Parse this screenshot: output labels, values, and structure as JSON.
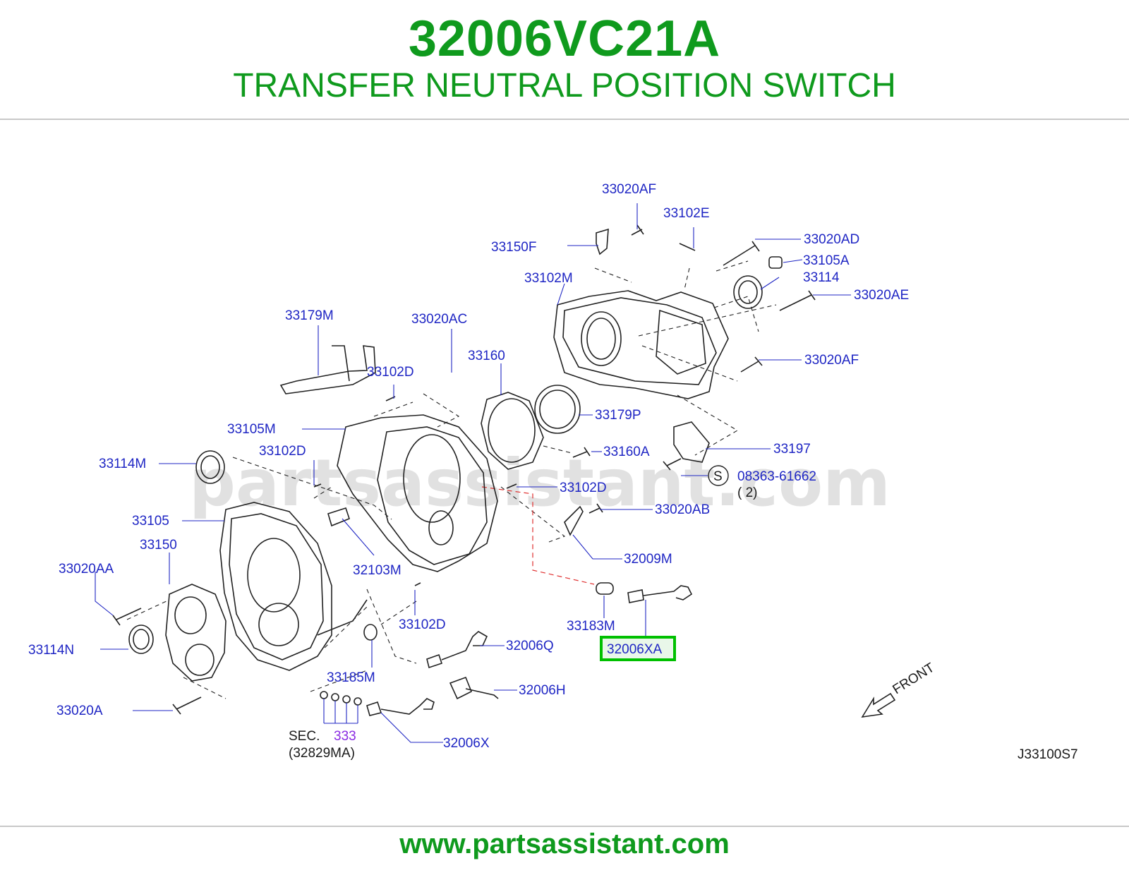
{
  "header": {
    "part_number": "32006VC21A",
    "part_description": "TRANSFER NEUTRAL POSITION SWITCH"
  },
  "diagram": {
    "watermark": "partsassistant.com",
    "highlight_color": "#00c000",
    "title_color": "#0f9a1d",
    "label_color": "#1f26c4",
    "callouts": {
      "c33020AF_top": "33020AF",
      "c33102E": "33102E",
      "c33020AD": "33020AD",
      "c33150F": "33150F",
      "c33105A": "33105A",
      "c33102M": "33102M",
      "c33114": "33114",
      "c33020AE": "33020AE",
      "c33179M": "33179M",
      "c33020AC": "33020AC",
      "c33160": "33160",
      "c33102D_1": "33102D",
      "c33020AF_mid": "33020AF",
      "c33179P": "33179P",
      "c33105M": "33105M",
      "c33197": "33197",
      "c33102D_2": "33102D",
      "c33160A": "33160A",
      "c33114M": "33114M",
      "c08363": "08363-61662",
      "c08363_qty": "( 2)",
      "c33102D_3": "33102D",
      "c33105": "33105",
      "c33020AB": "33020AB",
      "c33150": "33150",
      "c32009M": "32009M",
      "c33020AA": "33020AA",
      "c32103M": "32103M",
      "c33102D_4": "33102D",
      "c33183M": "33183M",
      "c33114N": "33114N",
      "c32006Q": "32006Q",
      "c32006XA": "32006XA",
      "c33185M": "33185M",
      "c32006H": "32006H",
      "c33020A": "33020A",
      "c32006X": "32006X",
      "sec_prefix": "SEC.",
      "sec_number": "333",
      "sec_ref": "(32829MA)",
      "front": "FRONT",
      "drawing_code": "J33100S7"
    },
    "symbol_s": "S"
  },
  "footer": {
    "url": "www.partsassistant.com"
  }
}
